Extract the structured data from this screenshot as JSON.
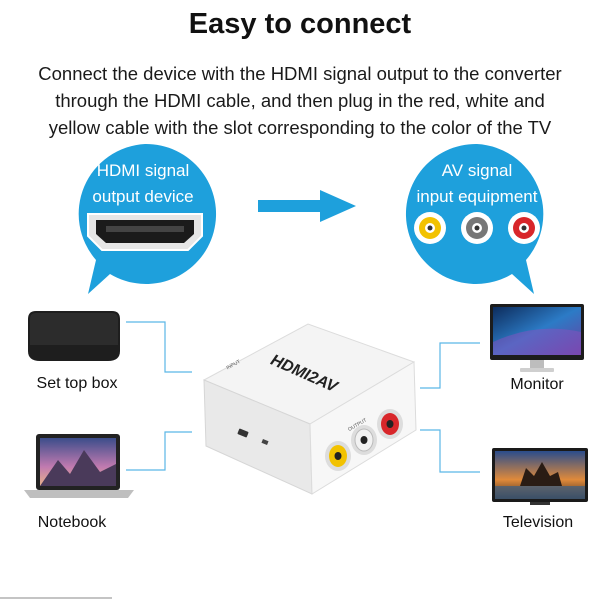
{
  "title": "Easy to connect",
  "description": [
    "Connect the device with the HDMI signal output to the converter",
    "through the HDMI cable, and then plug in the red, white and",
    "yellow cable with the slot corresponding to the color of the TV"
  ],
  "source_bubble": {
    "line1": "HDMI signal",
    "line2": "output device"
  },
  "target_bubble": {
    "line1": "AV signal",
    "line2": "input equipment"
  },
  "converter": {
    "brand": "HDMI2AV",
    "port_label_top": "INPUT",
    "port_label_side": "OUTPUT"
  },
  "devices": {
    "set_top_box": "Set top box",
    "notebook": "Notebook",
    "monitor": "Monitor",
    "television": "Television"
  },
  "colors": {
    "bubble_blue": "#1ea0dc",
    "connector_line": "#5bb6e6",
    "arrow_blue": "#1ea0dc",
    "rca_yellow": "#f2c200",
    "rca_white": "#e8e8e8",
    "rca_red": "#d8262a"
  }
}
